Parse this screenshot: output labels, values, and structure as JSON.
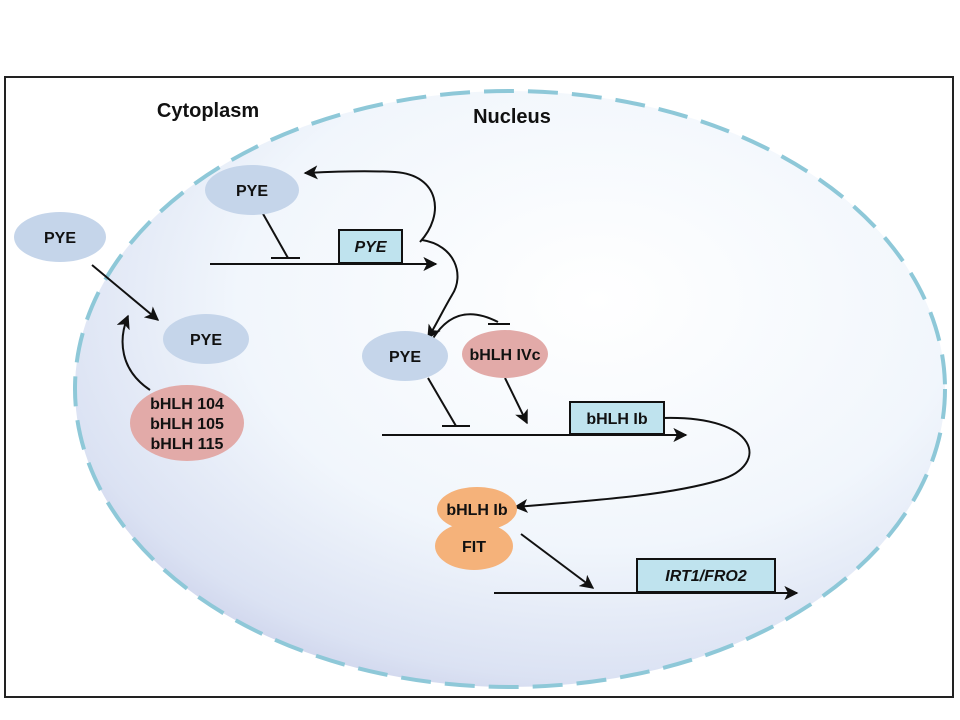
{
  "labels": {
    "cytoplasm": "Cytoplasm",
    "nucleus": "Nucleus"
  },
  "nodes": {
    "pye_cytoplasm": "PYE",
    "pye_imported": "PYE",
    "pye_top": "PYE",
    "pye_mid": "PYE",
    "bhlh_group_1": "bHLH 104",
    "bhlh_group_2": "bHLH 105",
    "bhlh_group_3": "bHLH 115",
    "bhlh_ivc": "bHLH IVc",
    "bhlh_ib_protein": "bHLH Ib",
    "fit": "FIT"
  },
  "genes": {
    "pye": "PYE",
    "bhlh_ib": "bHLH Ib",
    "irt1_fro2": "IRT1/FRO2"
  },
  "colors": {
    "pye": "#c5d5ea",
    "bhlh_red": "#e2aaa8",
    "orange": "#f5b27a",
    "gene_box": "#bfe3ee",
    "nucleus_border": "#8ec8d8"
  }
}
